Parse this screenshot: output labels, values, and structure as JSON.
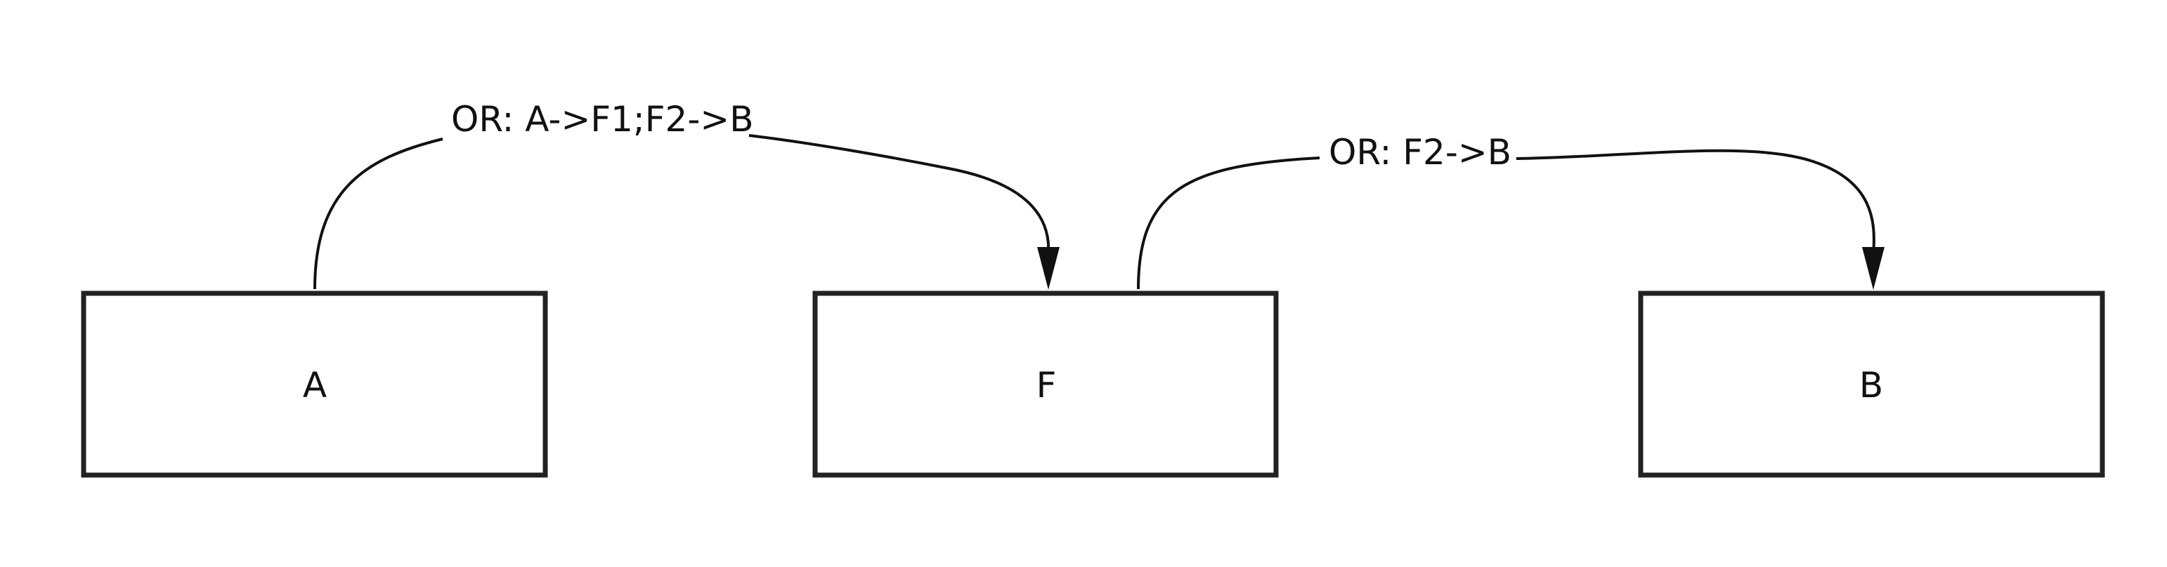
{
  "nodes": {
    "a": {
      "label": "A"
    },
    "f": {
      "label": "F"
    },
    "b": {
      "label": "B"
    }
  },
  "edges": {
    "a_to_f": {
      "label": "OR: A->F1;F2->B"
    },
    "f_to_b": {
      "label": "OR: F2->B"
    }
  },
  "colors": {
    "stroke": "#111111",
    "box_border": "#222222",
    "background": "#ffffff"
  }
}
